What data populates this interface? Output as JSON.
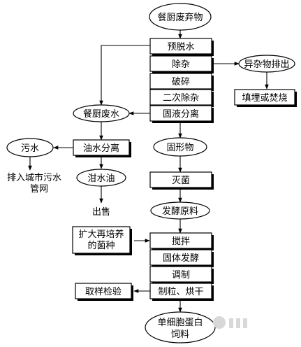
{
  "nodes": {
    "kitchen_waste": "餐厨废弃物",
    "pre_dewatering": "预脱水",
    "impurity_removal": "除杂",
    "crushing": "破碎",
    "secondary_impurity_removal": "二次除杂",
    "solid_liquid_separation": "固液分离",
    "foreign_matter_discharge": "异杂物排出",
    "landfill_incineration": "填埋或焚烧",
    "kitchen_wastewater": "餐厨废水",
    "oil_water_separation": "油水分离",
    "sewage": "污水",
    "sewage_discharge": [
      "排入城市污水",
      "管网"
    ],
    "swill_oil": "泔水油",
    "sale": "出售",
    "solids": "固形物",
    "sterilization": "灭菌",
    "fermentation_material": "发酵原料",
    "expanded_culture_strain": [
      "扩大再培养",
      "的菌种"
    ],
    "stirring": "搅拌",
    "solid_fermentation": "固体发酵",
    "blending": "调制",
    "granulating_drying": "制粒、烘干",
    "sampling_inspection": "取样检验",
    "scp_feed": [
      "单细胞蛋白",
      "饲料"
    ]
  }
}
